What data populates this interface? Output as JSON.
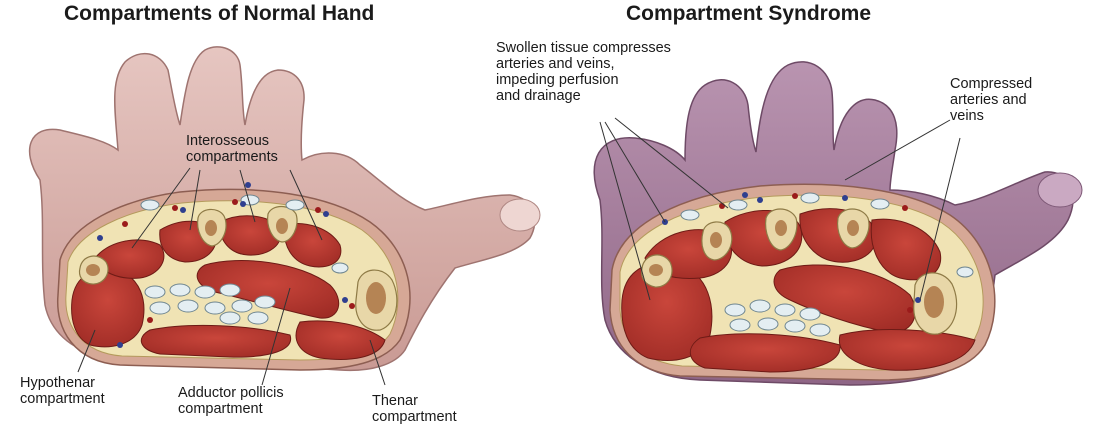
{
  "titles": {
    "normal": "Compartments of Normal Hand",
    "syndrome": "Compartment Syndrome"
  },
  "labels": {
    "interosseous": "Interosseous\ncompartments",
    "hypothenar": "Hypothenar\ncompartment",
    "adductor": "Adductor pollicis\ncompartment",
    "thenar": "Thenar\ncompartment",
    "swollen": "Swollen tissue compresses\narteries and veins,\nimpeding perfusion\nand drainage",
    "compressed": "Compressed\narteries and\nveins"
  },
  "colors": {
    "normal_skin": "#d9b3ae",
    "syndrome_skin": "#a77e9c",
    "muscle": "#b63a32",
    "fascia": "#f0e3b4",
    "bone": "#e8d7a8",
    "artery": "#9b1b1b",
    "vein": "#2f3f8f"
  }
}
